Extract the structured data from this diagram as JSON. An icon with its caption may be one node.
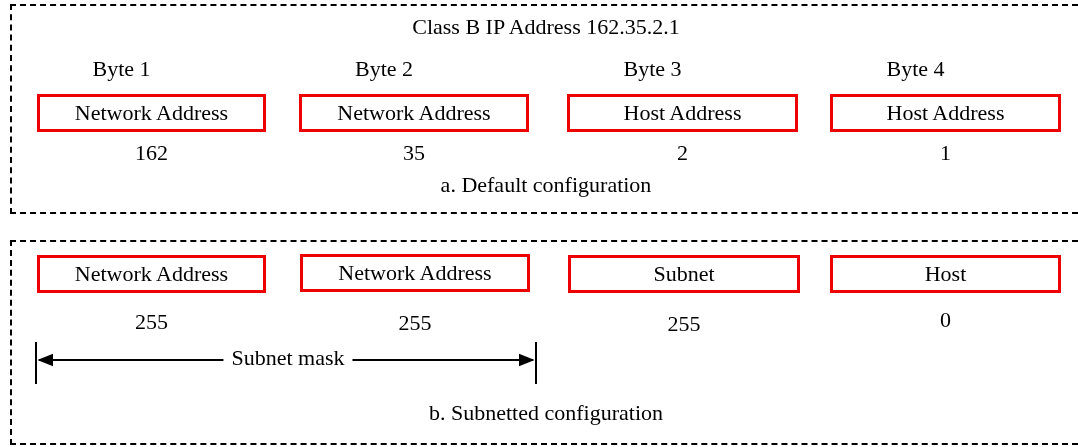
{
  "diagram": {
    "nodes": [
      {
        "text": [
          "Class B IP Address 162.35.2.1",
          "a. Default configuration"
        ]
      },
      {
        "text": [
          "Network Address"
        ],
        "in": 0,
        "beside": [
          "Byte 1",
          "162"
        ]
      },
      {
        "text": [
          "Network Address"
        ],
        "in": 0,
        "beside": [
          "Byte 2",
          "35"
        ]
      },
      {
        "text": [
          "Host Address"
        ],
        "in": 0,
        "beside": [
          "Byte 3",
          "2"
        ]
      },
      {
        "text": [
          "Host Address"
        ],
        "in": 0,
        "beside": [
          "Byte 4",
          "1"
        ]
      },
      {
        "text": [
          "b. Subnetted configuration"
        ]
      },
      {
        "text": [
          "Network Address"
        ],
        "in": 5,
        "beside": [
          "255"
        ]
      },
      {
        "text": [
          "Network Address"
        ],
        "in": 5,
        "beside": [
          "255"
        ]
      },
      {
        "text": [
          "Subnet"
        ],
        "in": 5,
        "beside": [
          "255"
        ]
      },
      {
        "text": [
          "Host"
        ],
        "in": 5,
        "beside": [
          "0"
        ]
      }
    ],
    "labels": [
      "Subnet mask"
    ]
  }
}
